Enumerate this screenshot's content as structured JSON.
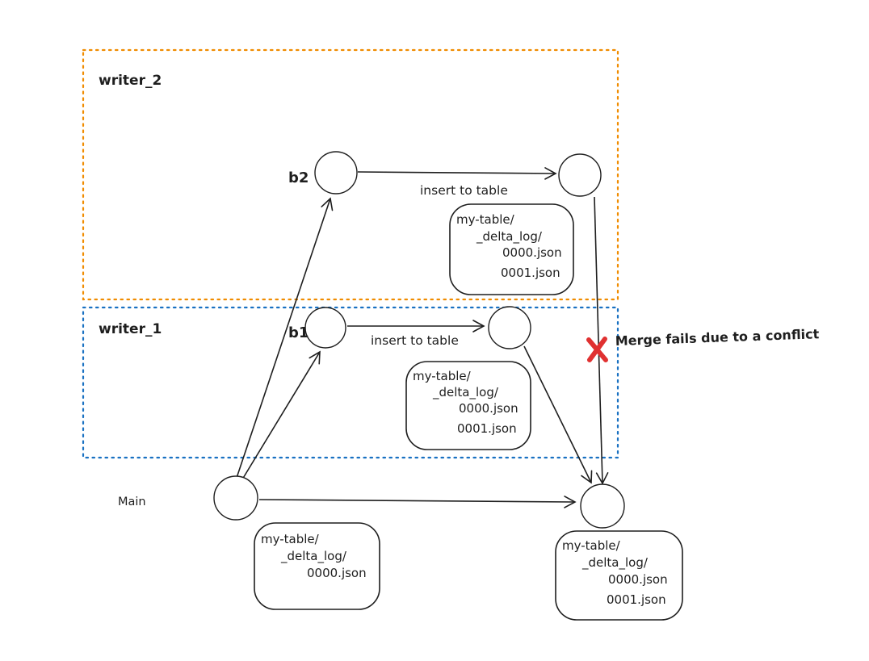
{
  "colors": {
    "orange": "#f08c00",
    "blue": "#1971c2",
    "red": "#e03131",
    "ink": "#1e1e1e"
  },
  "writer2": {
    "label": "writer_2",
    "branch": "b2",
    "edge_label": "insert to table",
    "log": [
      "my-table/",
      "_delta_log/",
      "0000.json",
      "0001.json"
    ]
  },
  "writer1": {
    "label": "writer_1",
    "branch": "b1",
    "edge_label": "insert to table",
    "log": [
      "my-table/",
      "_delta_log/",
      "0000.json",
      "0001.json"
    ]
  },
  "main": {
    "label": "Main",
    "log": [
      "my-table/",
      "_delta_log/",
      "0000.json"
    ],
    "merged_log": [
      "my-table/",
      "_delta_log/",
      "0000.json",
      "0001.json"
    ]
  },
  "conflict": {
    "message": "Merge fails due to a conflict"
  }
}
